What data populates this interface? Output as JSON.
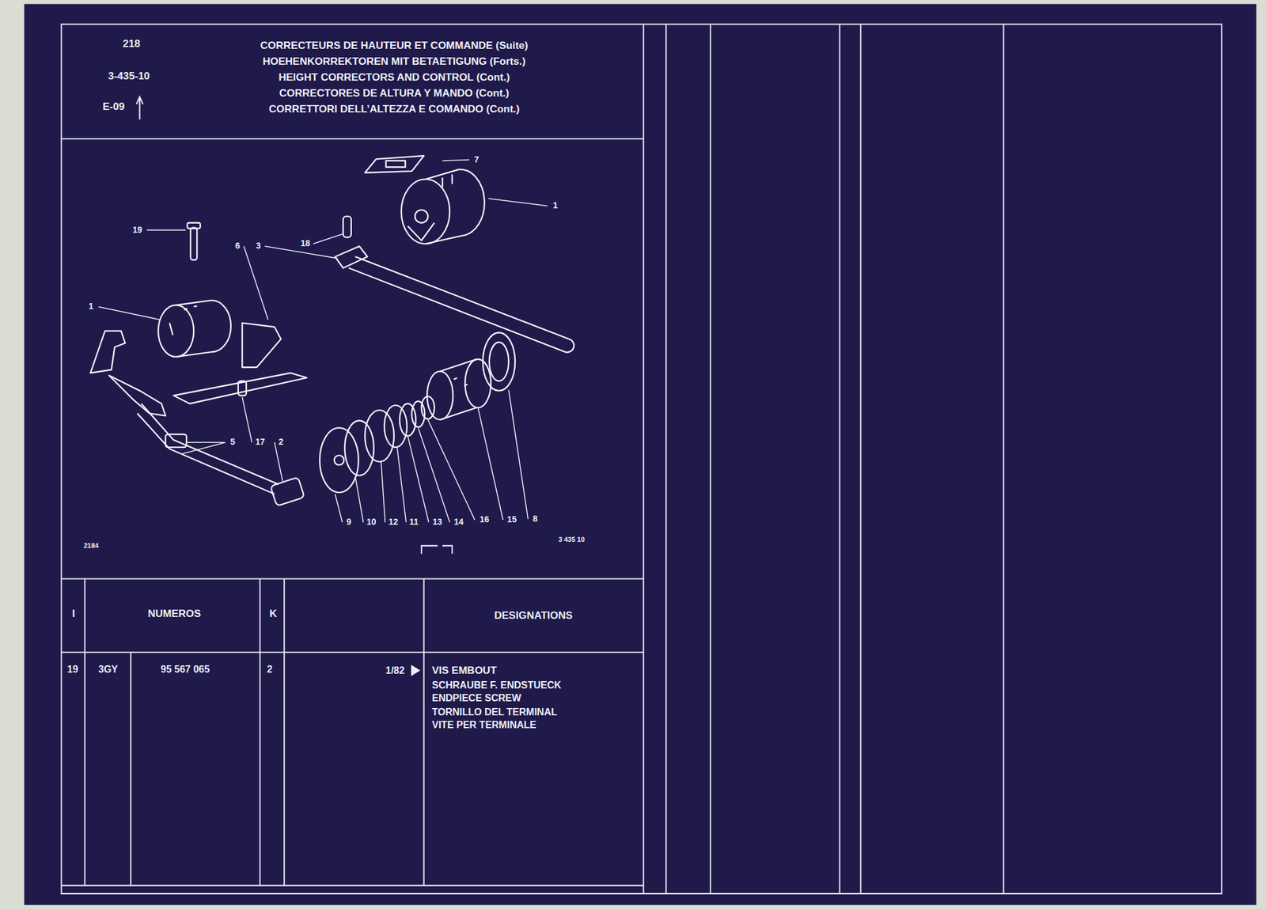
{
  "diagram": {
    "title": "CORRECTEURS DE HAUTEUR ET COMMANDE (Suite)",
    "labels": [
      "HOEHENKORREKTOREN MIT BETAETIGUNG (Forts.)",
      "HEIGHT CORRECTORS AND CONTROL (Cont.)",
      "CORRECTORES DE ALTURA Y MANDO (Cont.)",
      "CORRETTORI DELL’ALTEZZA E COMANDO (Cont.)",
      "218",
      "3-435-10",
      "E-09",
      "7",
      "1",
      "19",
      "18",
      "6",
      "3",
      "1",
      "5",
      "17",
      "2",
      "9",
      "10",
      "12",
      "11",
      "13",
      "14",
      "16",
      "15",
      "8",
      "2184",
      "3 435 10",
      "I",
      "NUMEROS",
      "K",
      "DESIGNATIONS",
      "19",
      "3GY",
      "95 567 065",
      "2",
      "1/82",
      "VIS EMBOUT",
      "SCHRAUBE F. ENDSTUECK",
      "ENDPIECE SCREW",
      "TORNILLO DEL TERMINAL",
      "VITE PER TERMINALE"
    ]
  }
}
